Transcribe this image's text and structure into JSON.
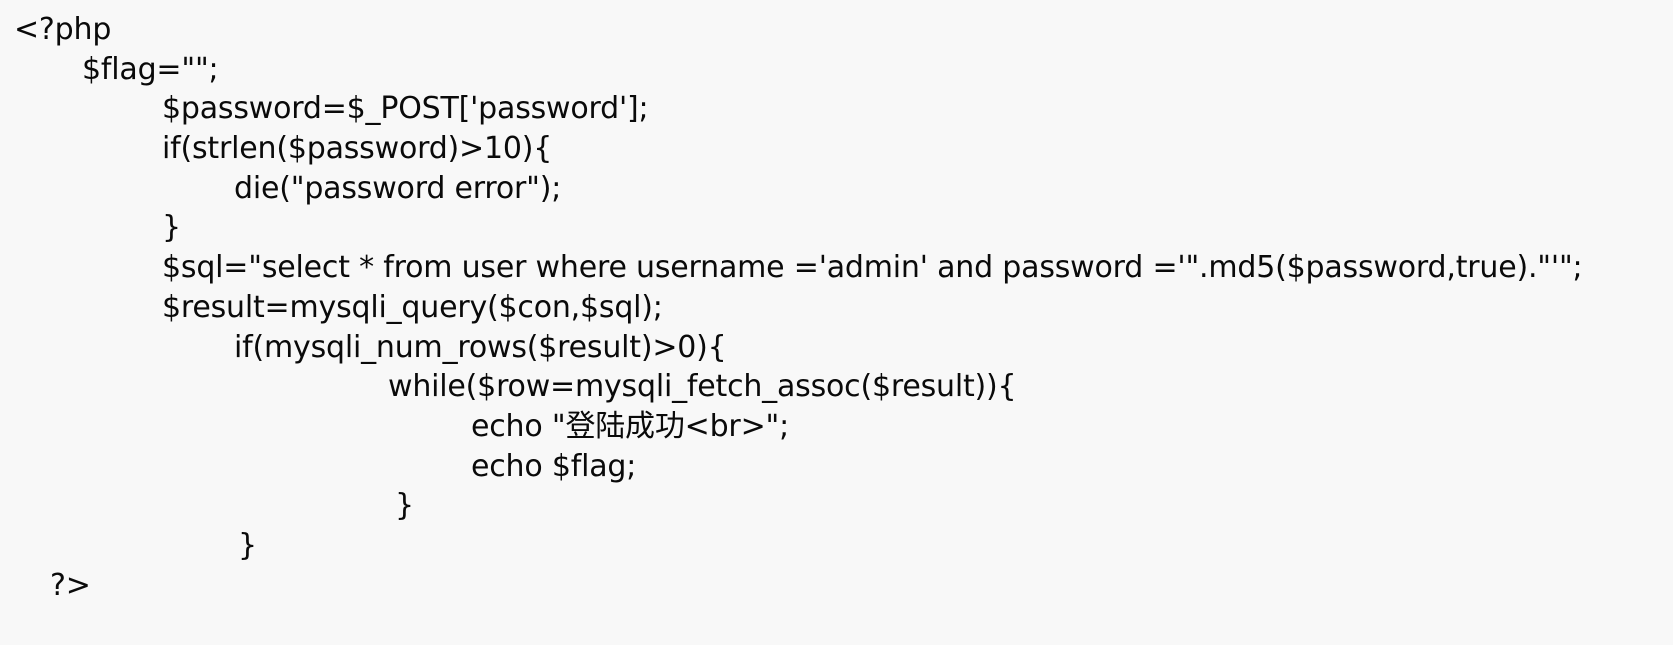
{
  "document": {
    "type": "source-code",
    "language": "php",
    "background_color": "#f8f8f8",
    "text_color": "#0a0a0a",
    "lines": [
      {
        "n": 1,
        "indent": 0,
        "text": "<?php"
      },
      {
        "n": 2,
        "indent": 1,
        "text": "$flag=\"\";"
      },
      {
        "n": 3,
        "indent": 2,
        "text": "$password=$_POST['password'];"
      },
      {
        "n": 4,
        "indent": 2,
        "text": "if(strlen($password)>10){"
      },
      {
        "n": 5,
        "indent": 3,
        "text": "die(\"password error\");"
      },
      {
        "n": 6,
        "indent": 2,
        "text": "}"
      },
      {
        "n": 7,
        "indent": 2,
        "text": "$sql=\"select * from user where username ='admin' and password ='\".md5($password,true).\"'\";"
      },
      {
        "n": 8,
        "indent": 2,
        "text": "$result=mysqli_query($con,$sql);"
      },
      {
        "n": 9,
        "indent": 3,
        "text": "if(mysqli_num_rows($result)>0){"
      },
      {
        "n": 10,
        "indent": 5,
        "text": "while($row=mysqli_fetch_assoc($result)){"
      },
      {
        "n": 11,
        "indent": 6,
        "text": "echo \"登陆成功<br>\";"
      },
      {
        "n": 12,
        "indent": 6,
        "text": "echo $flag;"
      },
      {
        "n": 13,
        "indent": 7,
        "text": "}"
      },
      {
        "n": 14,
        "indent": 4,
        "text": "}"
      },
      {
        "n": 15,
        "indent": 8,
        "text": "?>"
      }
    ]
  }
}
